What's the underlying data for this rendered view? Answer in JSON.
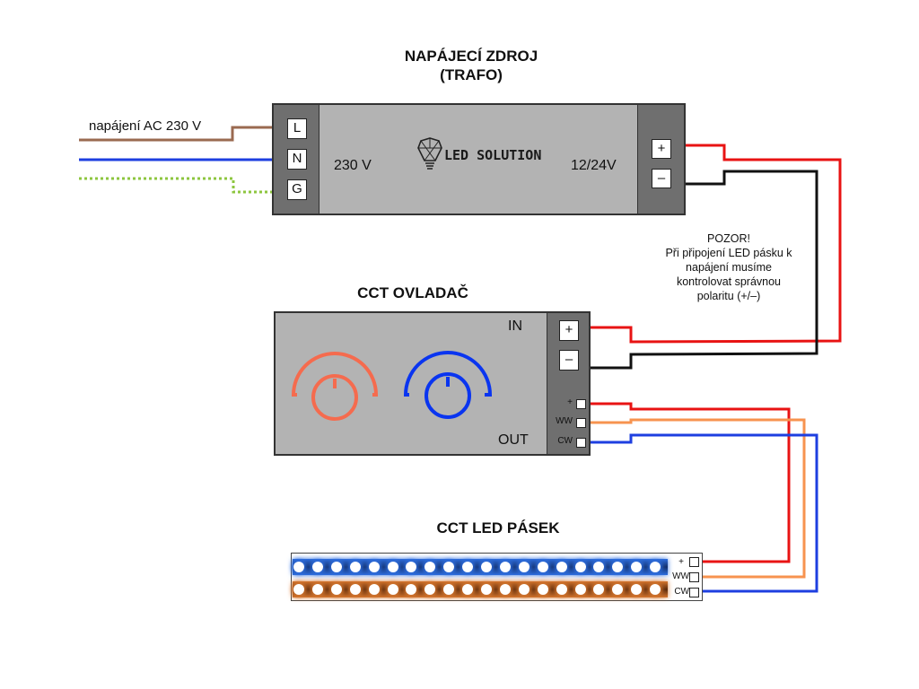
{
  "psu": {
    "title_line1": "NAPÁJECÍ ZDROJ",
    "title_line2": "(TRAFO)",
    "input_terminals": [
      "L",
      "N",
      "G"
    ],
    "input_voltage": "230 V",
    "brand": "LED SOLUTION",
    "brand_icon": "lightbulb-icon",
    "output_voltage": "12/24V",
    "output_terminals": [
      "+",
      "–"
    ]
  },
  "ac_input": {
    "label": "napájení AC 230 V",
    "wire_colors": {
      "L": "#9a6a50",
      "N": "#1e3fe0",
      "G": "#8dc63f"
    }
  },
  "warning": {
    "lines": [
      "POZOR!",
      "Při připojení LED pásku k",
      "napájení musíme",
      "kontrolovat správnou",
      "polaritu (+/–)"
    ]
  },
  "controller": {
    "title": "CCT OVLADAČ",
    "in_label": "IN",
    "out_label": "OUT",
    "in_terminals": [
      "+",
      "–"
    ],
    "out_terminals": [
      "+",
      "WW",
      "CW"
    ],
    "knobs": [
      {
        "name": "warm-knob",
        "color": "#f56b4e"
      },
      {
        "name": "cold-knob",
        "color": "#0a35f0"
      }
    ]
  },
  "strip": {
    "title": "CCT LED PÁSEK",
    "terminals": [
      "+",
      "WW",
      "CW"
    ],
    "led_count_per_row": 20,
    "rows": [
      {
        "name": "cold-white-row",
        "color": "#2f6fe0",
        "dark": "#14306a"
      },
      {
        "name": "warm-white-row",
        "color": "#d6762e",
        "dark": "#5a2a0c"
      }
    ]
  },
  "wire_colors": {
    "positive": "#e81313",
    "negative": "#111111",
    "ww": "#f7934f",
    "cw": "#1e3fe0"
  }
}
